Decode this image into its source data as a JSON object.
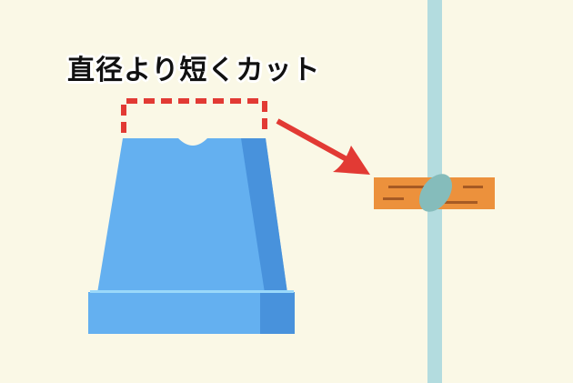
{
  "label": {
    "text": "直径より短くカット"
  },
  "colors": {
    "background": "#faf8e6",
    "pot_light": "#64b0f0",
    "pot_dark": "#4892dc",
    "pot_highlight": "#9ad8fa",
    "dash_red": "#e23a34",
    "arrow_red": "#e23a34",
    "pole": "#b3dcdf",
    "strip_orange": "#ec913c",
    "strip_lines": "#a65a24",
    "tie_teal": "#85bcbb"
  },
  "shapes": {
    "pot": "flower-pot",
    "cut_outline": "dashed-rectangle",
    "arrow": "arrow-right-down",
    "pole": "vertical-pole",
    "strip": "cut-strip",
    "tie": "tie-knot"
  }
}
